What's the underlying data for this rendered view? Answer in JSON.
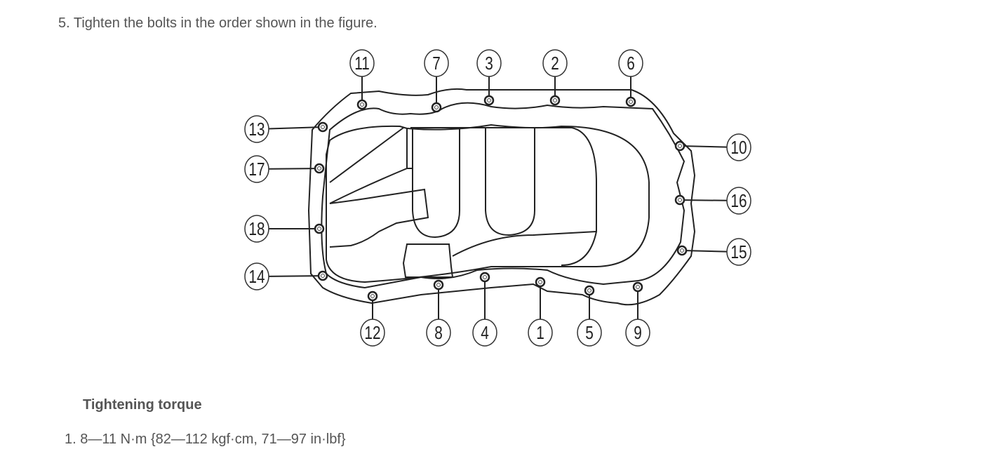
{
  "step": {
    "text": "5. Tighten the bolts in the order shown in the figure."
  },
  "figure": {
    "bolt_labels": [
      "11",
      "7",
      "3",
      "2",
      "6",
      "13",
      "17",
      "18",
      "14",
      "10",
      "16",
      "15",
      "12",
      "8",
      "4",
      "1",
      "5",
      "9"
    ]
  },
  "torque": {
    "heading": "Tightening torque",
    "values": [
      "1. 8—11 N·m {82—112 kgf·cm, 71—97 in·lbf}"
    ]
  }
}
